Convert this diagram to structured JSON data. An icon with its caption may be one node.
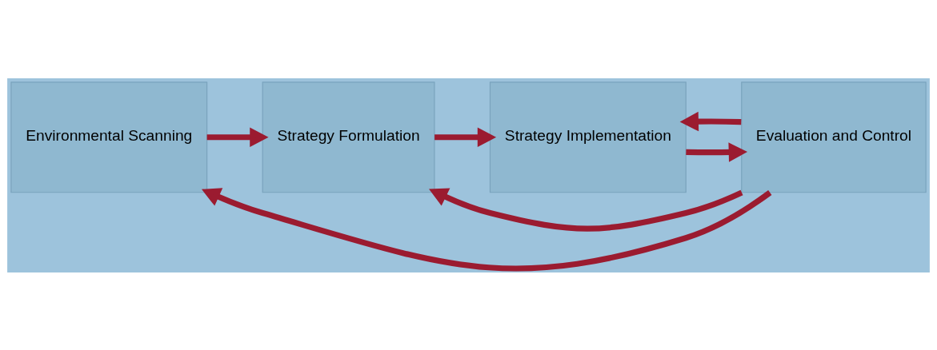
{
  "diagram": {
    "nodes": [
      {
        "text": [
          "Environmental Scanning"
        ]
      },
      {
        "text": [
          "Strategy Formulation"
        ]
      },
      {
        "text": [
          "Strategy Implementation"
        ]
      },
      {
        "text": [
          "Evaluation and Control"
        ]
      }
    ],
    "edges": [
      {
        "from": 0,
        "to": 1,
        "arrow": "to"
      },
      {
        "from": 1,
        "to": 2,
        "arrow": "to"
      },
      {
        "from": 2,
        "to": 3,
        "arrow": "to"
      },
      {
        "from": 3,
        "to": 0,
        "arrow": "to"
      },
      {
        "from": 3,
        "to": 1,
        "arrow": "to"
      },
      {
        "from": 3,
        "to": 2,
        "arrow": "to"
      }
    ]
  }
}
